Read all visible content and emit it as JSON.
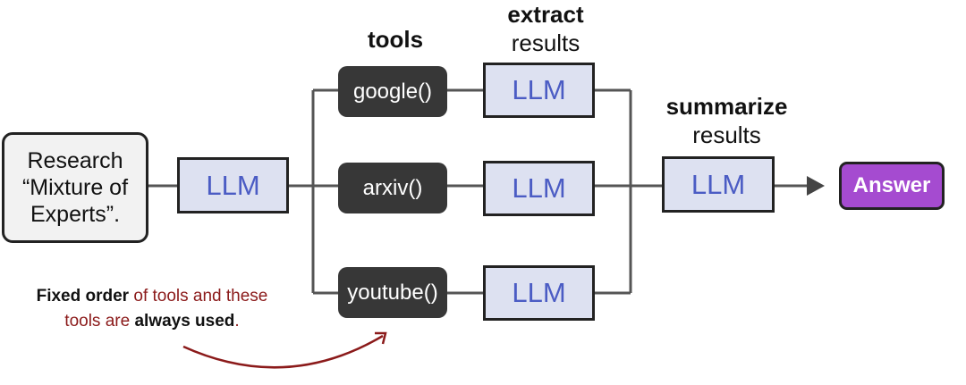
{
  "input": {
    "text": "Research “Mixture of Experts”."
  },
  "router": {
    "label": "LLM"
  },
  "headers": {
    "tools": "tools",
    "extract_bold": "extract",
    "extract_sub": "results",
    "summarize_bold": "summarize",
    "summarize_sub": "results"
  },
  "tools": [
    {
      "label": "google()"
    },
    {
      "label": "arxiv()"
    },
    {
      "label": "youtube()"
    }
  ],
  "extractors": [
    {
      "label": "LLM"
    },
    {
      "label": "LLM"
    },
    {
      "label": "LLM"
    }
  ],
  "summarizer": {
    "label": "LLM"
  },
  "answer": {
    "label": "Answer"
  },
  "note": {
    "part1": "Fixed order",
    "part2": " of tools and these tools are ",
    "part3": "always used",
    "part4": "."
  },
  "colors": {
    "llm_fill": "#dde1f1",
    "llm_text": "#4b5cc4",
    "tool_fill": "#373737",
    "answer_fill": "#a54bd0",
    "note_text": "#8b1a1a",
    "arrow": "#8b1a1a"
  }
}
